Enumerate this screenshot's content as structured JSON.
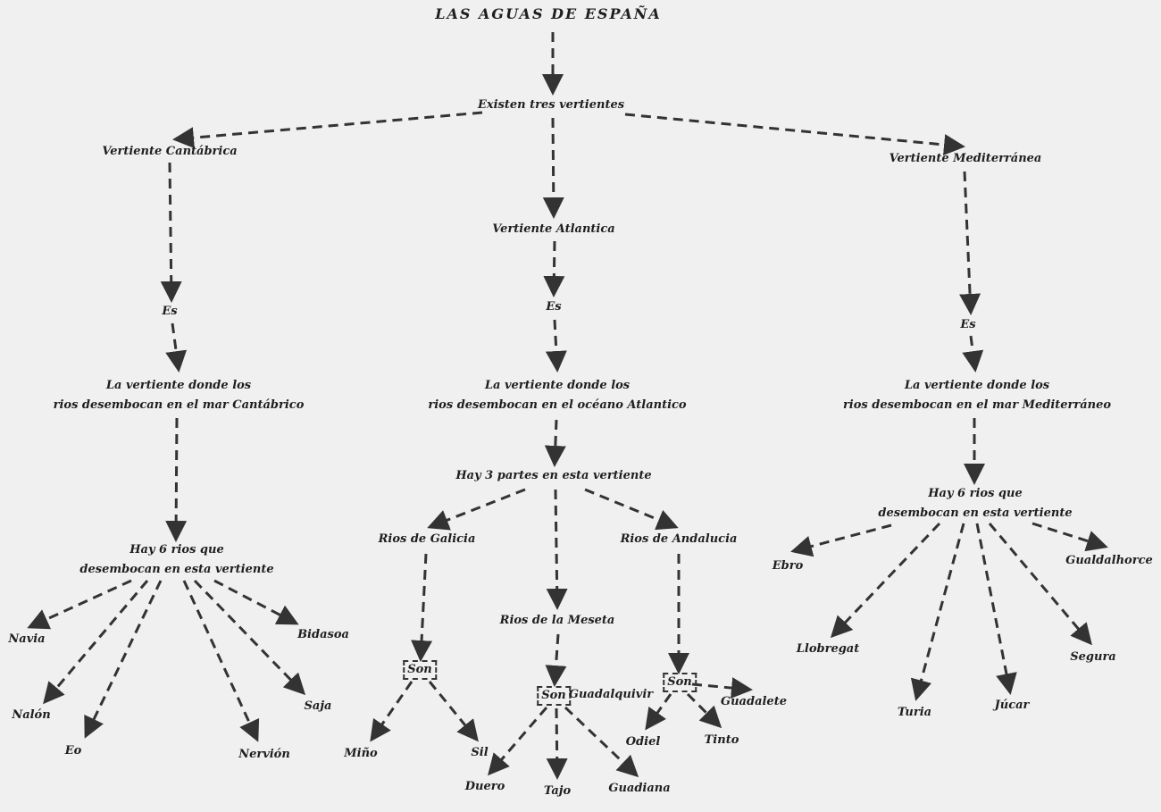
{
  "title": "LAS AGUAS DE ESPAÑA",
  "root": "Existen tres vertientes",
  "cantabrica": {
    "name": "Vertiente Cantábrica",
    "es": "Es",
    "def_line1": "La vertiente donde los",
    "def_line2": "rios desembocan en el mar Cantábrico",
    "count_line1": "Hay 6 rios que",
    "count_line2": "desembocan en esta vertiente",
    "rivers": [
      "Navia",
      "Nalón",
      "Eo",
      "Nervión",
      "Saja",
      "Bidasoa"
    ]
  },
  "atlantica": {
    "name": "Vertiente Atlantica",
    "es": "Es",
    "def_line1": "La vertiente donde los",
    "def_line2": "rios desembocan en el océano Atlantico",
    "parts": "Hay 3 partes en esta vertiente",
    "galicia": {
      "name": "Rios de Galicia",
      "son": "Son",
      "rivers": [
        "Miño",
        "Sil"
      ]
    },
    "meseta": {
      "name": "Rios de la Meseta",
      "son": "Son",
      "rivers": [
        "Duero",
        "Tajo",
        "Guadiana",
        "Guadalquivir"
      ]
    },
    "andalucia": {
      "name": "Rios de Andalucia",
      "son": "Son",
      "rivers": [
        "Odiel",
        "Tinto",
        "Guadalete"
      ]
    }
  },
  "mediterranea": {
    "name": "Vertiente Mediterránea",
    "es": "Es",
    "def_line1": "La vertiente donde los",
    "def_line2": "rios desembocan en el mar Mediterráneo",
    "count_line1": "Hay 6 rios que",
    "count_line2": "desembocan en esta vertiente",
    "rivers": [
      "Ebro",
      "Llobregat",
      "Turia",
      "Júcar",
      "Segura",
      "Gualdalhorce"
    ]
  }
}
